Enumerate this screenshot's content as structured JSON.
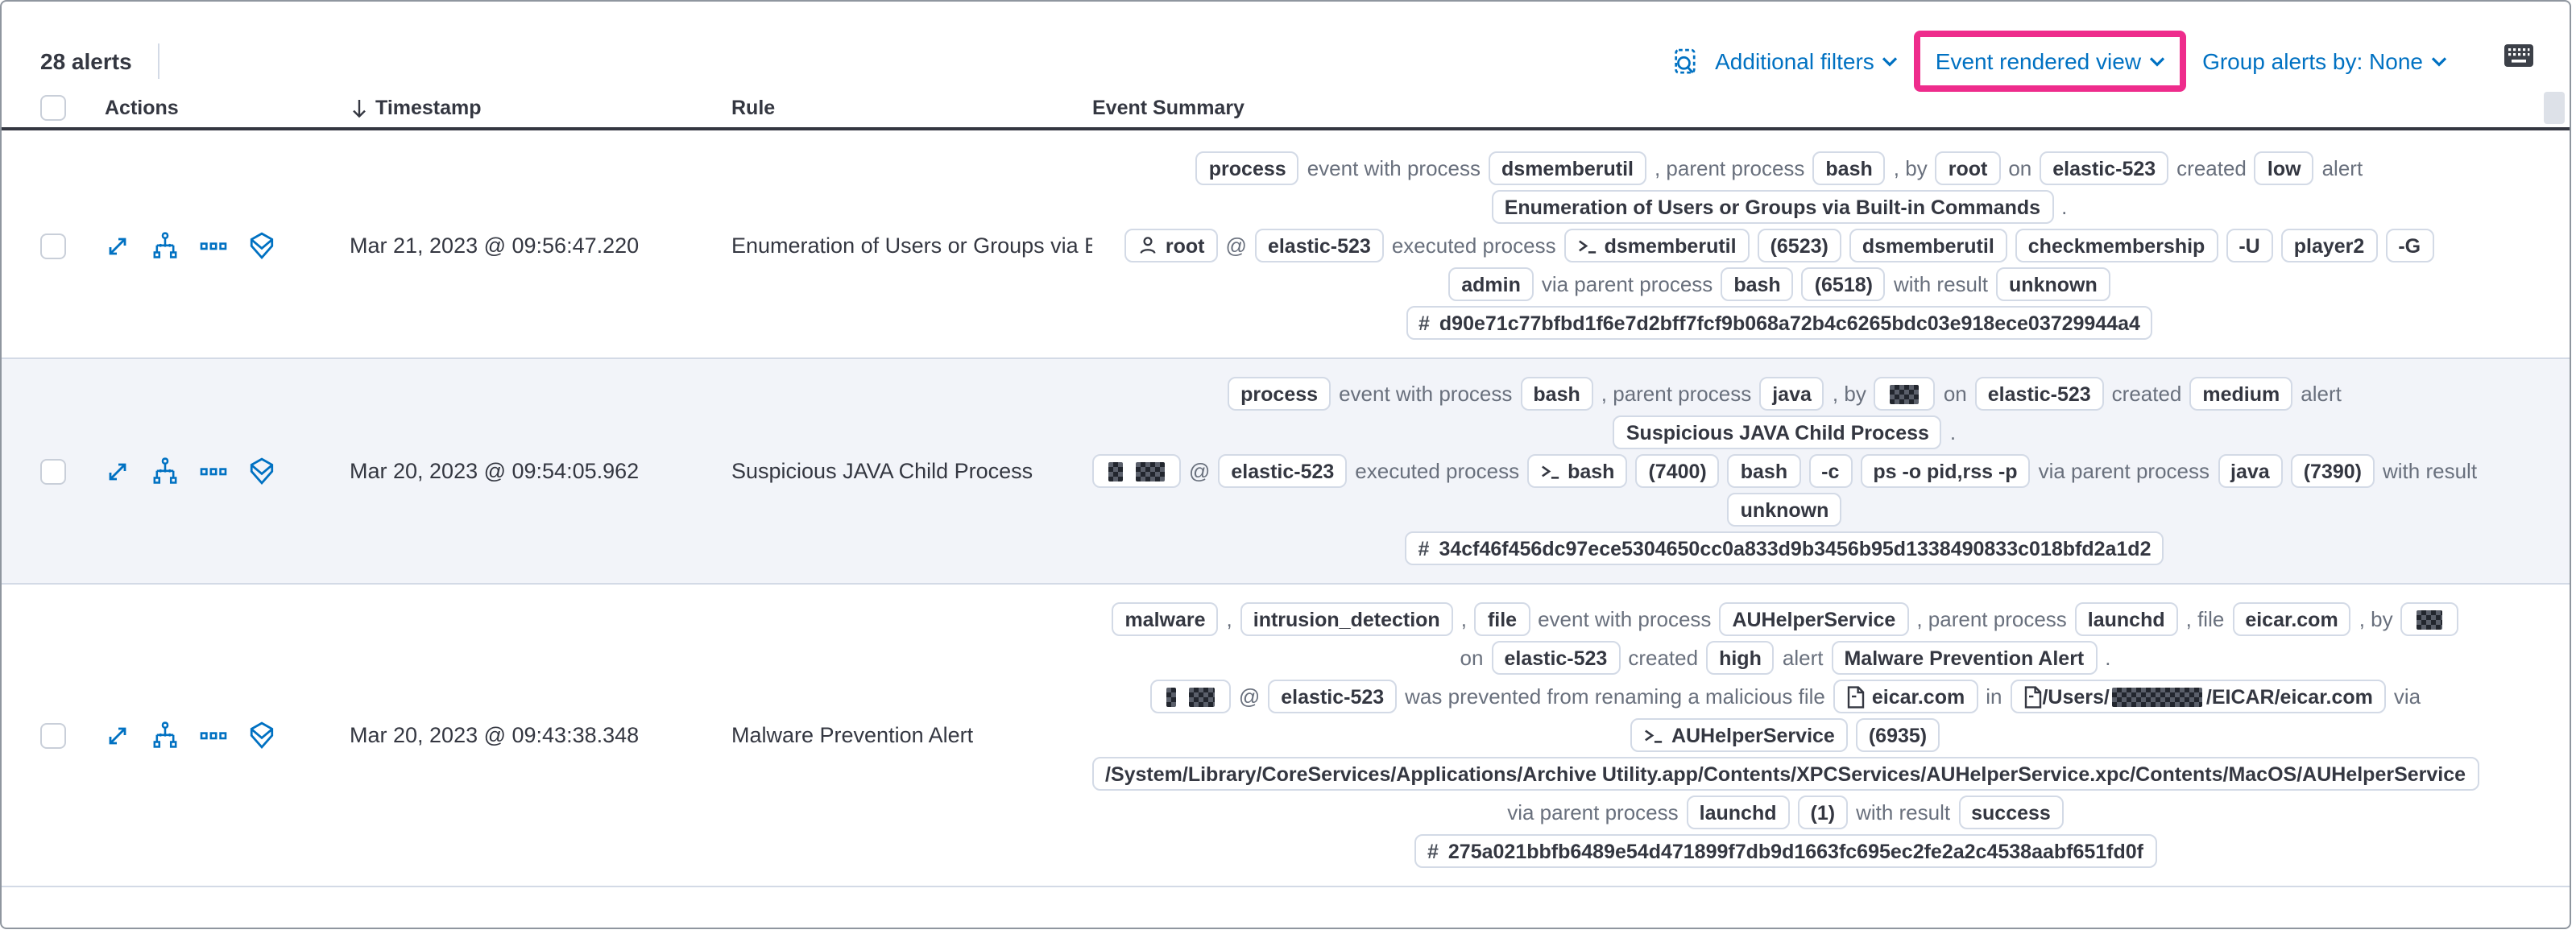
{
  "header": {
    "alerts_count": "28 alerts"
  },
  "toolbar": {
    "inspect_icon": "inspect-icon",
    "additional_filters": "Additional filters",
    "view_selector": "Event rendered view",
    "group_by": "Group alerts by: None",
    "keyboard_icon": "keyboard-icon"
  },
  "columns": {
    "actions": "Actions",
    "timestamp": "Timestamp",
    "rule": "Rule",
    "summary": "Event Summary"
  },
  "colors": {
    "link_blue": "#0071c2",
    "icon_blue": "#0071c2",
    "highlight_pink": "#ee2c8c",
    "stripe_row": "#f2f4f9",
    "pill_border": "#d3dae6",
    "text_dark": "#343741",
    "text_muted": "#69707d"
  },
  "action_icons": [
    "expand-icon",
    "analyzer-icon",
    "more-actions-icon",
    "session-view-icon"
  ],
  "rows": [
    {
      "timestamp": "Mar 21, 2023 @ 09:56:47.220",
      "rule": "Enumeration of Users or Groups via Bui",
      "lines": [
        [
          {
            "t": "pill",
            "v": "process"
          },
          {
            "t": "text",
            "v": "event with process"
          },
          {
            "t": "pill",
            "v": "dsmemberutil"
          },
          {
            "t": "text",
            "v": ", parent process"
          },
          {
            "t": "pill",
            "v": "bash"
          },
          {
            "t": "text",
            "v": ", by"
          },
          {
            "t": "pill",
            "v": "root"
          },
          {
            "t": "text",
            "v": "on"
          },
          {
            "t": "pill",
            "v": "elastic-523"
          },
          {
            "t": "text",
            "v": "created"
          },
          {
            "t": "pill",
            "v": "low"
          },
          {
            "t": "text",
            "v": "alert"
          }
        ],
        [
          {
            "t": "pill",
            "v": "Enumeration of Users or Groups via Built-in Commands"
          },
          {
            "t": "text",
            "v": "."
          }
        ],
        [
          {
            "t": "pill",
            "icon": "user-icon",
            "v": "root"
          },
          {
            "t": "text",
            "v": "@"
          },
          {
            "t": "pill",
            "v": "elastic-523"
          },
          {
            "t": "text",
            "v": "executed process"
          },
          {
            "t": "pill",
            "icon": "console-icon",
            "v": "dsmemberutil"
          },
          {
            "t": "pill",
            "v": "(6523)"
          },
          {
            "t": "pill",
            "v": "dsmemberutil"
          },
          {
            "t": "pill",
            "v": "checkmembership"
          },
          {
            "t": "pill",
            "v": "-U"
          },
          {
            "t": "pill",
            "v": "player2"
          },
          {
            "t": "pill",
            "v": "-G"
          }
        ],
        [
          {
            "t": "pill",
            "v": "admin"
          },
          {
            "t": "text",
            "v": "via parent process"
          },
          {
            "t": "pill",
            "v": "bash"
          },
          {
            "t": "pill",
            "v": "(6518)"
          },
          {
            "t": "text",
            "v": "with result"
          },
          {
            "t": "pill",
            "v": "unknown"
          }
        ],
        [
          {
            "t": "pill",
            "icon": "hash-icon",
            "v": "d90e71c77bfbd1f6e7d2bff7fcf9b068a72b4c6265bdc03e918ece03729944a4"
          }
        ]
      ]
    },
    {
      "timestamp": "Mar 20, 2023 @ 09:54:05.962",
      "rule": "Suspicious JAVA Child Process",
      "lines": [
        [
          {
            "t": "pill",
            "v": "process"
          },
          {
            "t": "text",
            "v": "event with process"
          },
          {
            "t": "pill",
            "v": "bash"
          },
          {
            "t": "text",
            "v": ", parent process"
          },
          {
            "t": "pill",
            "v": "java"
          },
          {
            "t": "text",
            "v": ", by"
          },
          {
            "t": "pill",
            "parts": [
              {
                "redact": 18
              }
            ]
          },
          {
            "t": "text",
            "v": "on"
          },
          {
            "t": "pill",
            "v": "elastic-523"
          },
          {
            "t": "text",
            "v": "created"
          },
          {
            "t": "pill",
            "v": "medium"
          },
          {
            "t": "text",
            "v": "alert"
          }
        ],
        [
          {
            "t": "pill",
            "v": "Suspicious JAVA Child Process"
          },
          {
            "t": "text",
            "v": "."
          }
        ],
        [
          {
            "t": "pill",
            "parts": [
              {
                "redact": 9
              },
              {
                "redact": 18
              }
            ]
          },
          {
            "t": "text",
            "v": "@"
          },
          {
            "t": "pill",
            "v": "elastic-523"
          },
          {
            "t": "text",
            "v": "executed process"
          },
          {
            "t": "pill",
            "icon": "console-icon",
            "v": "bash"
          },
          {
            "t": "pill",
            "v": "(7400)"
          },
          {
            "t": "pill",
            "v": "bash"
          },
          {
            "t": "pill",
            "v": "-c"
          },
          {
            "t": "pill",
            "v": "ps -o pid,rss -p"
          },
          {
            "t": "text",
            "v": "via parent process"
          },
          {
            "t": "pill",
            "v": "java"
          },
          {
            "t": "pill",
            "v": "(7390)"
          },
          {
            "t": "text",
            "v": "with result"
          }
        ],
        [
          {
            "t": "pill",
            "v": "unknown"
          }
        ],
        [
          {
            "t": "pill",
            "icon": "hash-icon",
            "v": "34cf46f456dc97ece5304650cc0a833d9b3456b95d1338490833c018bfd2a1d2"
          }
        ]
      ]
    },
    {
      "timestamp": "Mar 20, 2023 @ 09:43:38.348",
      "rule": "Malware Prevention Alert",
      "lines": [
        [
          {
            "t": "pill",
            "v": "malware"
          },
          {
            "t": "text",
            "v": ","
          },
          {
            "t": "pill",
            "v": "intrusion_detection"
          },
          {
            "t": "text",
            "v": ","
          },
          {
            "t": "pill",
            "v": "file"
          },
          {
            "t": "text",
            "v": "event with process"
          },
          {
            "t": "pill",
            "v": "AUHelperService"
          },
          {
            "t": "text",
            "v": ", parent process"
          },
          {
            "t": "pill",
            "v": "launchd"
          },
          {
            "t": "text",
            "v": ", file"
          },
          {
            "t": "pill",
            "v": "eicar.com"
          },
          {
            "t": "text",
            "v": ", by"
          },
          {
            "t": "pill",
            "parts": [
              {
                "redact": 16
              }
            ]
          }
        ],
        [
          {
            "t": "text",
            "v": "on"
          },
          {
            "t": "pill",
            "v": "elastic-523"
          },
          {
            "t": "text",
            "v": "created"
          },
          {
            "t": "pill",
            "v": "high"
          },
          {
            "t": "text",
            "v": "alert"
          },
          {
            "t": "pill",
            "v": "Malware Prevention Alert"
          },
          {
            "t": "text",
            "v": "."
          }
        ],
        [
          {
            "t": "pill",
            "parts": [
              {
                "redact": 6
              },
              {
                "redact": 16
              }
            ]
          },
          {
            "t": "text",
            "v": "@"
          },
          {
            "t": "pill",
            "v": "elastic-523"
          },
          {
            "t": "text",
            "v": "was prevented from renaming a malicious file"
          },
          {
            "t": "pill",
            "icon": "file-icon",
            "v": "eicar.com"
          },
          {
            "t": "text",
            "v": "in"
          },
          {
            "t": "pill",
            "icon": "file-icon",
            "parts": [
              {
                "v": "/Users/"
              },
              {
                "redact": 56
              },
              {
                "v": "/EICAR/eicar.com"
              }
            ]
          },
          {
            "t": "text",
            "v": "via"
          }
        ],
        [
          {
            "t": "pill",
            "icon": "console-icon",
            "v": "AUHelperService"
          },
          {
            "t": "pill",
            "v": "(6935)"
          }
        ],
        [
          {
            "t": "pill",
            "v": "/System/Library/CoreServices/Applications/Archive Utility.app/Contents/XPCServices/AUHelperService.xpc/Contents/MacOS/AUHelperService"
          }
        ],
        [
          {
            "t": "text",
            "v": "via parent process"
          },
          {
            "t": "pill",
            "v": "launchd"
          },
          {
            "t": "pill",
            "v": "(1)"
          },
          {
            "t": "text",
            "v": "with result"
          },
          {
            "t": "pill",
            "v": "success"
          }
        ],
        [
          {
            "t": "pill",
            "icon": "hash-icon",
            "v": "275a021bbfb6489e54d471899f7db9d1663fc695ec2fe2a2c4538aabf651fd0f"
          }
        ]
      ]
    }
  ]
}
